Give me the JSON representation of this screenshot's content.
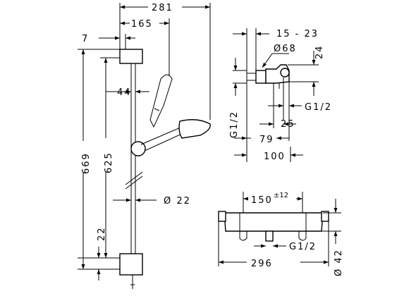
{
  "dims": {
    "d281": "281",
    "d165": "165",
    "d7": "7",
    "d44": "44",
    "d669": "669",
    "d625": "625",
    "d22v": "22",
    "d22dia": "Ø 22",
    "d15_23": "15 - 23",
    "d68": "Ø68",
    "d24": "24",
    "g12_left": "G1/2",
    "g12_right": "G1/2",
    "d25": "25",
    "d79": "79",
    "d100": "100",
    "d150": "150",
    "d150_tol": "±12",
    "g12_bottom": "G1/2",
    "d296": "296",
    "d42": "Ø 42"
  }
}
